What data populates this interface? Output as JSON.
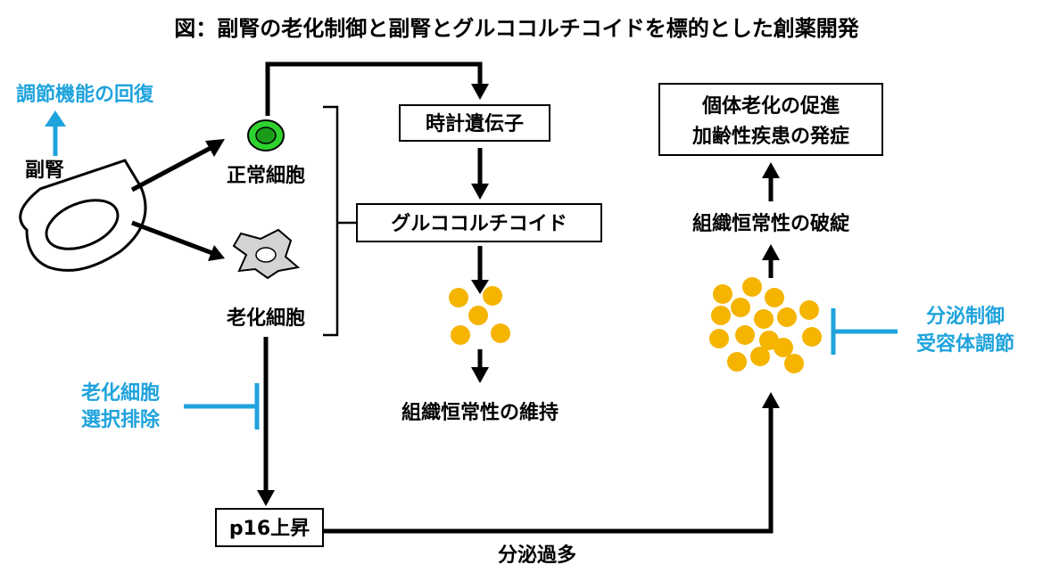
{
  "title": "図：副腎の老化制御と副腎とグルココルチコイドを標的とした創薬開発",
  "labels": {
    "recovery": "調節機能の回復",
    "adrenal": "副腎",
    "normal_cell": "正常細胞",
    "aged_cell": "老化細胞",
    "senolytic_line1": "老化細胞",
    "senolytic_line2": "選択排除",
    "clock_gene": "時計遺伝子",
    "glucocorticoid": "グルココルチコイド",
    "homeostasis_keep": "組織恒常性の維持",
    "p16": "p16上昇",
    "oversecretion": "分泌過多",
    "aging_line1": "個体老化の促進",
    "aging_line2": "加齢性疾患の発症",
    "homeostasis_break": "組織恒常性の破綻",
    "control_line1": "分泌制御",
    "control_line2": "受容体調節"
  },
  "colors": {
    "accent_blue": "#1fa3dc",
    "hormone_yellow": "#f5b400",
    "normal_cell_green": "#2fd22f",
    "aged_cell_gray": "#d3d3d3"
  }
}
